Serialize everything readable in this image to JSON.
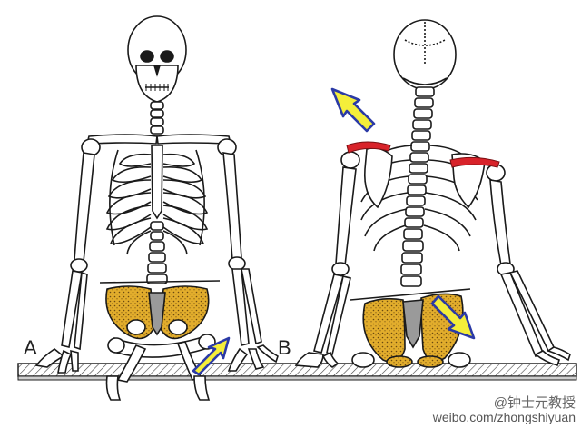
{
  "panels": {
    "left": {
      "label": "A"
    },
    "right": {
      "label": "B"
    }
  },
  "colors": {
    "pelvis": "#e2ad2c",
    "arrow_fill": "#f4ee3a",
    "arrow_stroke": "#2b3aa6",
    "scapular_ridge": "#d8232a",
    "bone_outline": "#1a1a1a",
    "table": "#cfcfcf"
  },
  "watermark": {
    "handle": "@钟士元教授",
    "url": "weibo.com/zhongshiyuan"
  }
}
